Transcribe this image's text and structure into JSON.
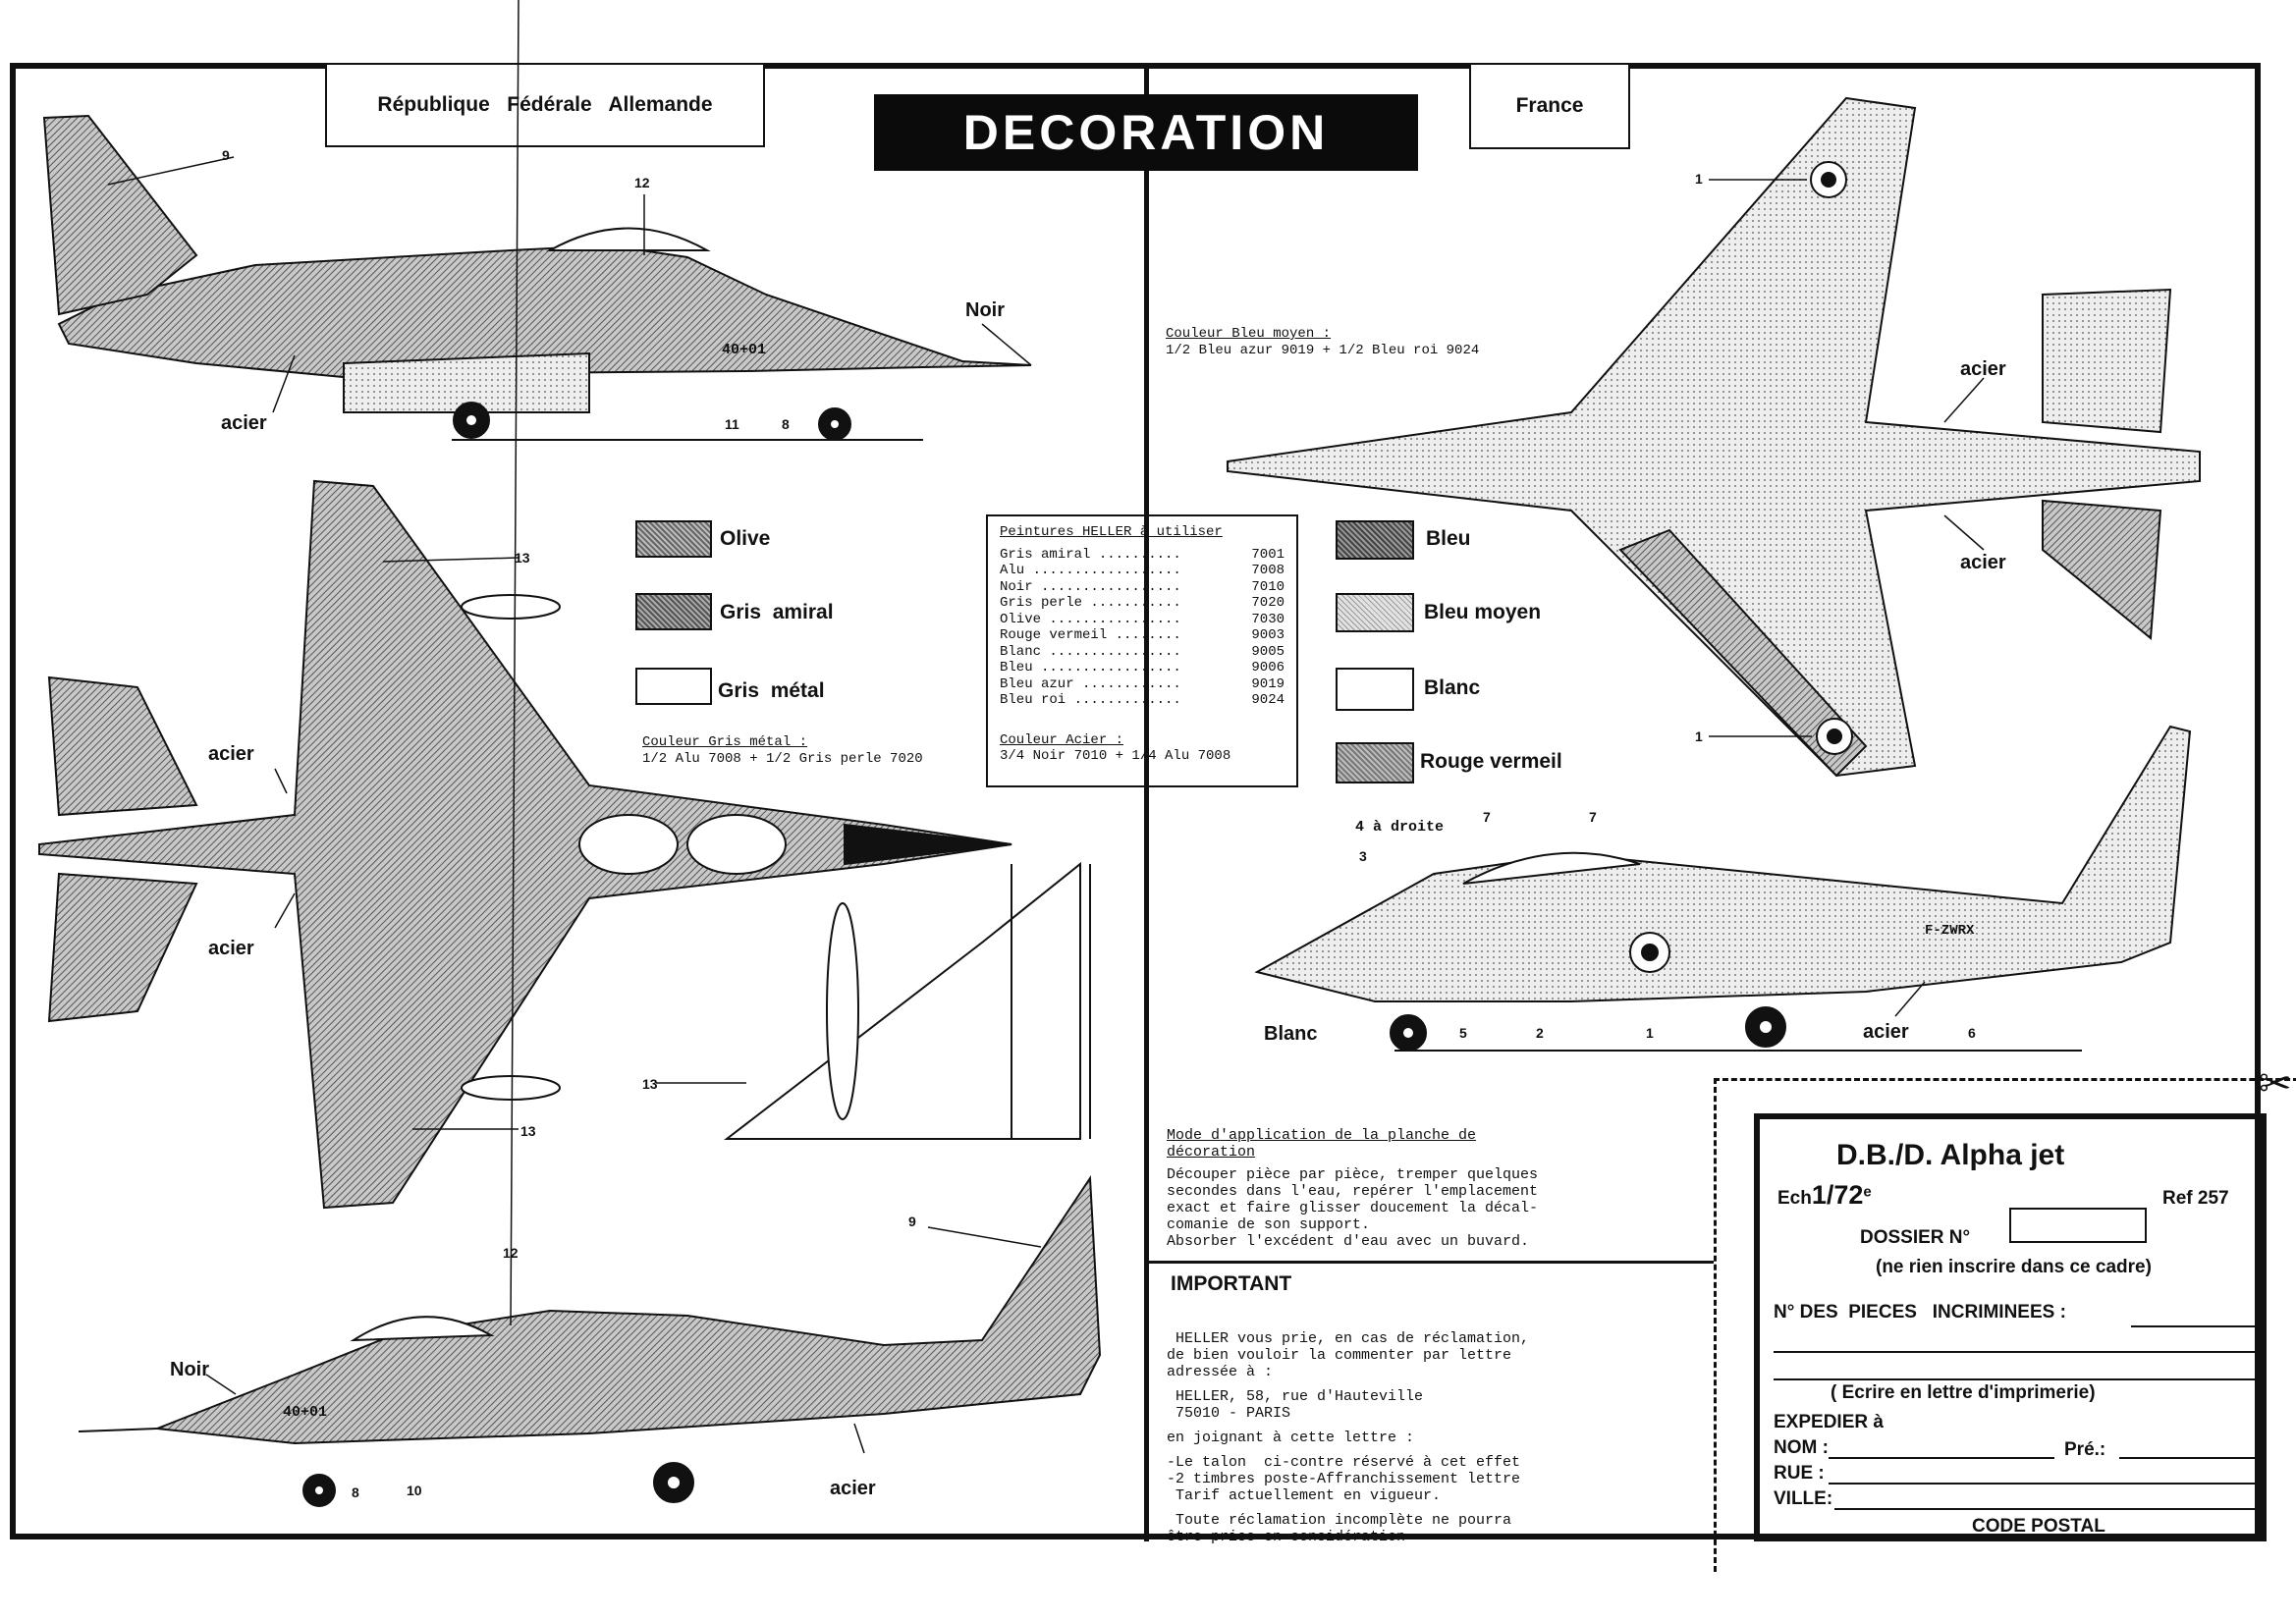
{
  "header": {
    "left_country": "République   Fédérale   Allemande",
    "title": "DECORATION",
    "right_country": "France"
  },
  "callouts": {
    "noir": "Noir",
    "acier": "acier",
    "blanc": "Blanc",
    "quatre_droite": "4 à droite",
    "n1": "1",
    "n2": "2",
    "n3": "3",
    "n5": "5",
    "n6": "6",
    "n7": "7",
    "n8": "8",
    "n9": "9",
    "n10": "10",
    "n11": "11",
    "n12": "12",
    "n13": "13",
    "fuselage_code": "40+01",
    "french_code": "F-ZWRX"
  },
  "legend_germany": [
    {
      "label": "Olive"
    },
    {
      "label": "Gris  amiral"
    },
    {
      "label": "Gris  métal"
    }
  ],
  "legend_france": [
    {
      "label": "Bleu"
    },
    {
      "label": "Bleu moyen"
    },
    {
      "label": "Blanc"
    },
    {
      "label": "Rouge vermeil"
    }
  ],
  "mix_gris_metal": {
    "title": "Couleur Gris métal :",
    "recipe": "1/2 Alu 7008 + 1/2 Gris perle 7020"
  },
  "mix_bleu_moyen": {
    "title": "Couleur Bleu moyen :",
    "recipe": "1/2 Bleu azur 9019 + 1/2 Bleu roi 9024"
  },
  "paints": {
    "title": "Peintures HELLER à utiliser",
    "items": [
      {
        "name": "Gris amiral ..........",
        "code": "7001"
      },
      {
        "name": "Alu ..................",
        "code": "7008"
      },
      {
        "name": "Noir .................",
        "code": "7010"
      },
      {
        "name": "Gris perle ...........",
        "code": "7020"
      },
      {
        "name": "Olive ................",
        "code": "7030"
      },
      {
        "name": "Rouge vermeil ........",
        "code": "9003"
      },
      {
        "name": "Blanc ................",
        "code": "9005"
      },
      {
        "name": "Bleu .................",
        "code": "9006"
      },
      {
        "name": "Bleu azur ............",
        "code": "9019"
      },
      {
        "name": "Bleu roi .............",
        "code": "9024"
      }
    ],
    "acier_title": "Couleur Acier :",
    "acier_recipe": "3/4 Noir 7010 + 1/4 Alu 7008"
  },
  "instructions": {
    "title_1": "Mode d'application de la planche de",
    "title_2": "décoration",
    "lines": [
      "Découper pièce par pièce, tremper quelques",
      "secondes dans l'eau, repérer l'emplacement",
      "exact et faire glisser doucement la décal-",
      "comanie de son support.",
      "Absorber l'excédent d'eau avec un buvard."
    ]
  },
  "important": {
    "title": "IMPORTANT",
    "lines": [
      " HELLER vous prie, en cas de réclamation,",
      "de bien vouloir la commenter par lettre",
      "adressée à :",
      " HELLER, 58, rue d'Hauteville",
      " 75010 - PARIS",
      "en joignant à cette lettre :",
      "-Le talon  ci-contre réservé à cet effet",
      "-2 timbres poste-Affranchissement lettre",
      " Tarif actuellement en vigueur.",
      " Toute réclamation incomplète ne pourra",
      "être prise en considération"
    ]
  },
  "form": {
    "product": "D.B./D. Alpha jet",
    "scale_prefix": "Ech",
    "scale": "1/72",
    "scale_sup": "e",
    "ref": "Ref 257",
    "dossier_label": "DOSSIER  N°",
    "dossier_value": "",
    "dossier_note": "(ne rien inscrire dans ce cadre)",
    "pieces_label": "N° DES  PIECES   INCRIMINEES :",
    "print_note": "( Ecrire en lettre d'imprimerie)",
    "expedier": "EXPEDIER  à",
    "nom": "NOM :",
    "prenom": "Pré.:",
    "rue": "RUE :",
    "ville": "VILLE:",
    "code_postal": "CODE  POSTAL"
  }
}
